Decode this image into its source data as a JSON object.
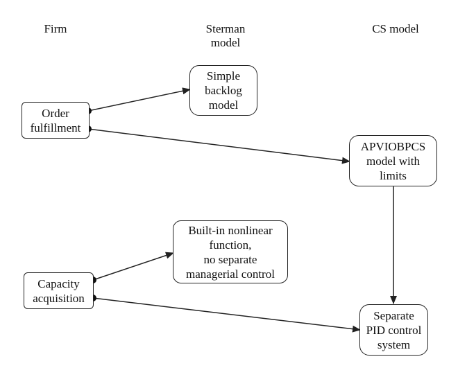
{
  "columns": {
    "firm": "Firm",
    "sterman_line1": "Sterman",
    "sterman_line2": "model",
    "cs": "CS model"
  },
  "nodes": {
    "order_fulfillment": [
      "Order",
      "fulfillment"
    ],
    "capacity_acquisition": [
      "Capacity",
      "acquisition"
    ],
    "simple_backlog": [
      "Simple",
      "backlog",
      "model"
    ],
    "builtin_nonlinear": [
      "Built-in nonlinear",
      "function,",
      "no separate",
      "managerial control"
    ],
    "apviobpcs": [
      "APVIOBPCS",
      "model with",
      "limits"
    ],
    "pid": [
      "Separate",
      "PID control",
      "system"
    ]
  },
  "colors": {
    "line": "#222222",
    "background": "#ffffff"
  }
}
